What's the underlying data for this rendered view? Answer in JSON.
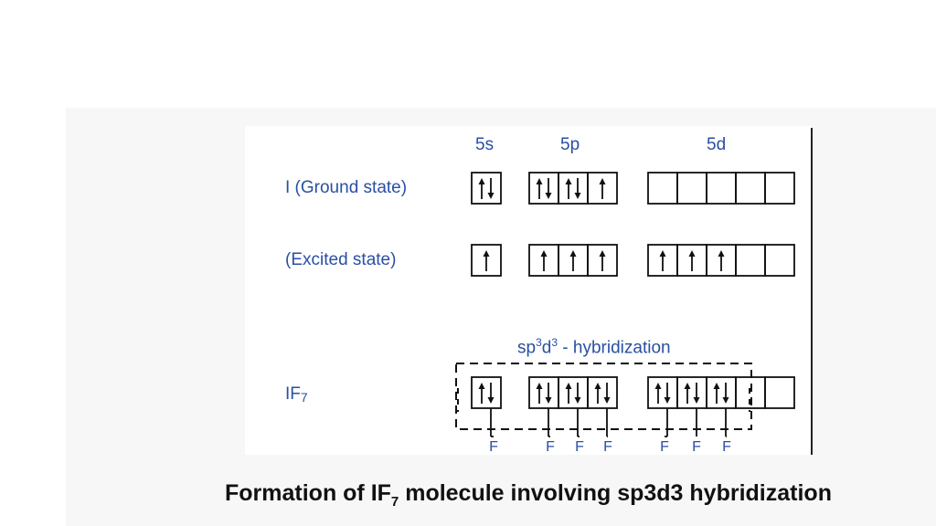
{
  "diagram": {
    "headers": {
      "s": "5s",
      "p": "5p",
      "d": "5d"
    },
    "rows": [
      {
        "label": "I (Ground state)",
        "s": [
          "ud"
        ],
        "p": [
          "ud",
          "ud",
          "u"
        ],
        "d": [
          "",
          "",
          "",
          "",
          ""
        ]
      },
      {
        "label": "(Excited state)",
        "s": [
          "u"
        ],
        "p": [
          "u",
          "u",
          "u"
        ],
        "d": [
          "u",
          "u",
          "u",
          "",
          ""
        ]
      },
      {
        "label": "IF7",
        "s": [
          "ud"
        ],
        "p": [
          "ud",
          "ud",
          "ud"
        ],
        "d": [
          "ud",
          "ud",
          "ud",
          "",
          ""
        ]
      }
    ],
    "hybrid_label": "sp3d3 - hybridization",
    "bond_atom": "F"
  },
  "caption": "Formation of IF7 molecule involving sp3d3 hybridization"
}
